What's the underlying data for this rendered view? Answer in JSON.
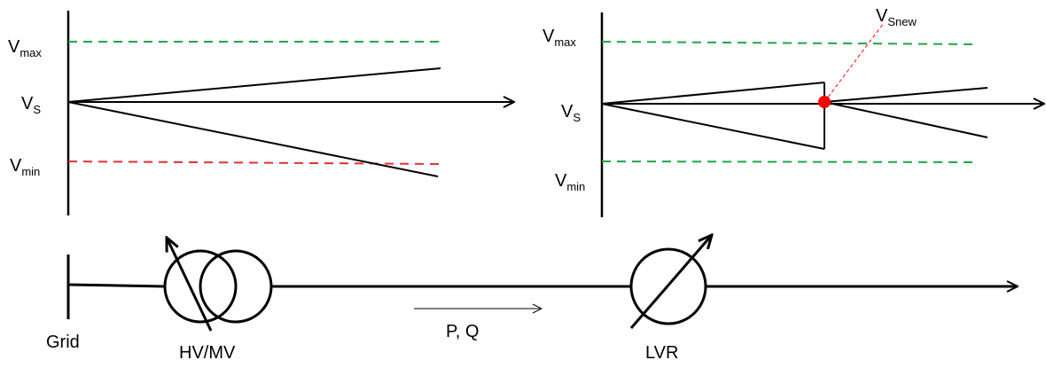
{
  "left_plot": {
    "vmax": {
      "main": "V",
      "sub": "max"
    },
    "vs": {
      "main": "V",
      "sub": "S"
    },
    "vmin": {
      "main": "V",
      "sub": "min"
    }
  },
  "right_plot": {
    "vmax": {
      "main": "V",
      "sub": "max"
    },
    "vs": {
      "main": "V",
      "sub": "S"
    },
    "vmin": {
      "main": "V",
      "sub": "min"
    },
    "vsnew": {
      "main": "V",
      "sub": "Snew"
    }
  },
  "network": {
    "grid_label": "Grid",
    "transformer_label": "HV/MV",
    "flow_label": "P, Q",
    "lvr_label": "LVR"
  },
  "colors": {
    "limit_ok": "#1aa84a",
    "limit_violated": "#e53030",
    "new_point": "#ff0000",
    "stroke": "#000000"
  }
}
